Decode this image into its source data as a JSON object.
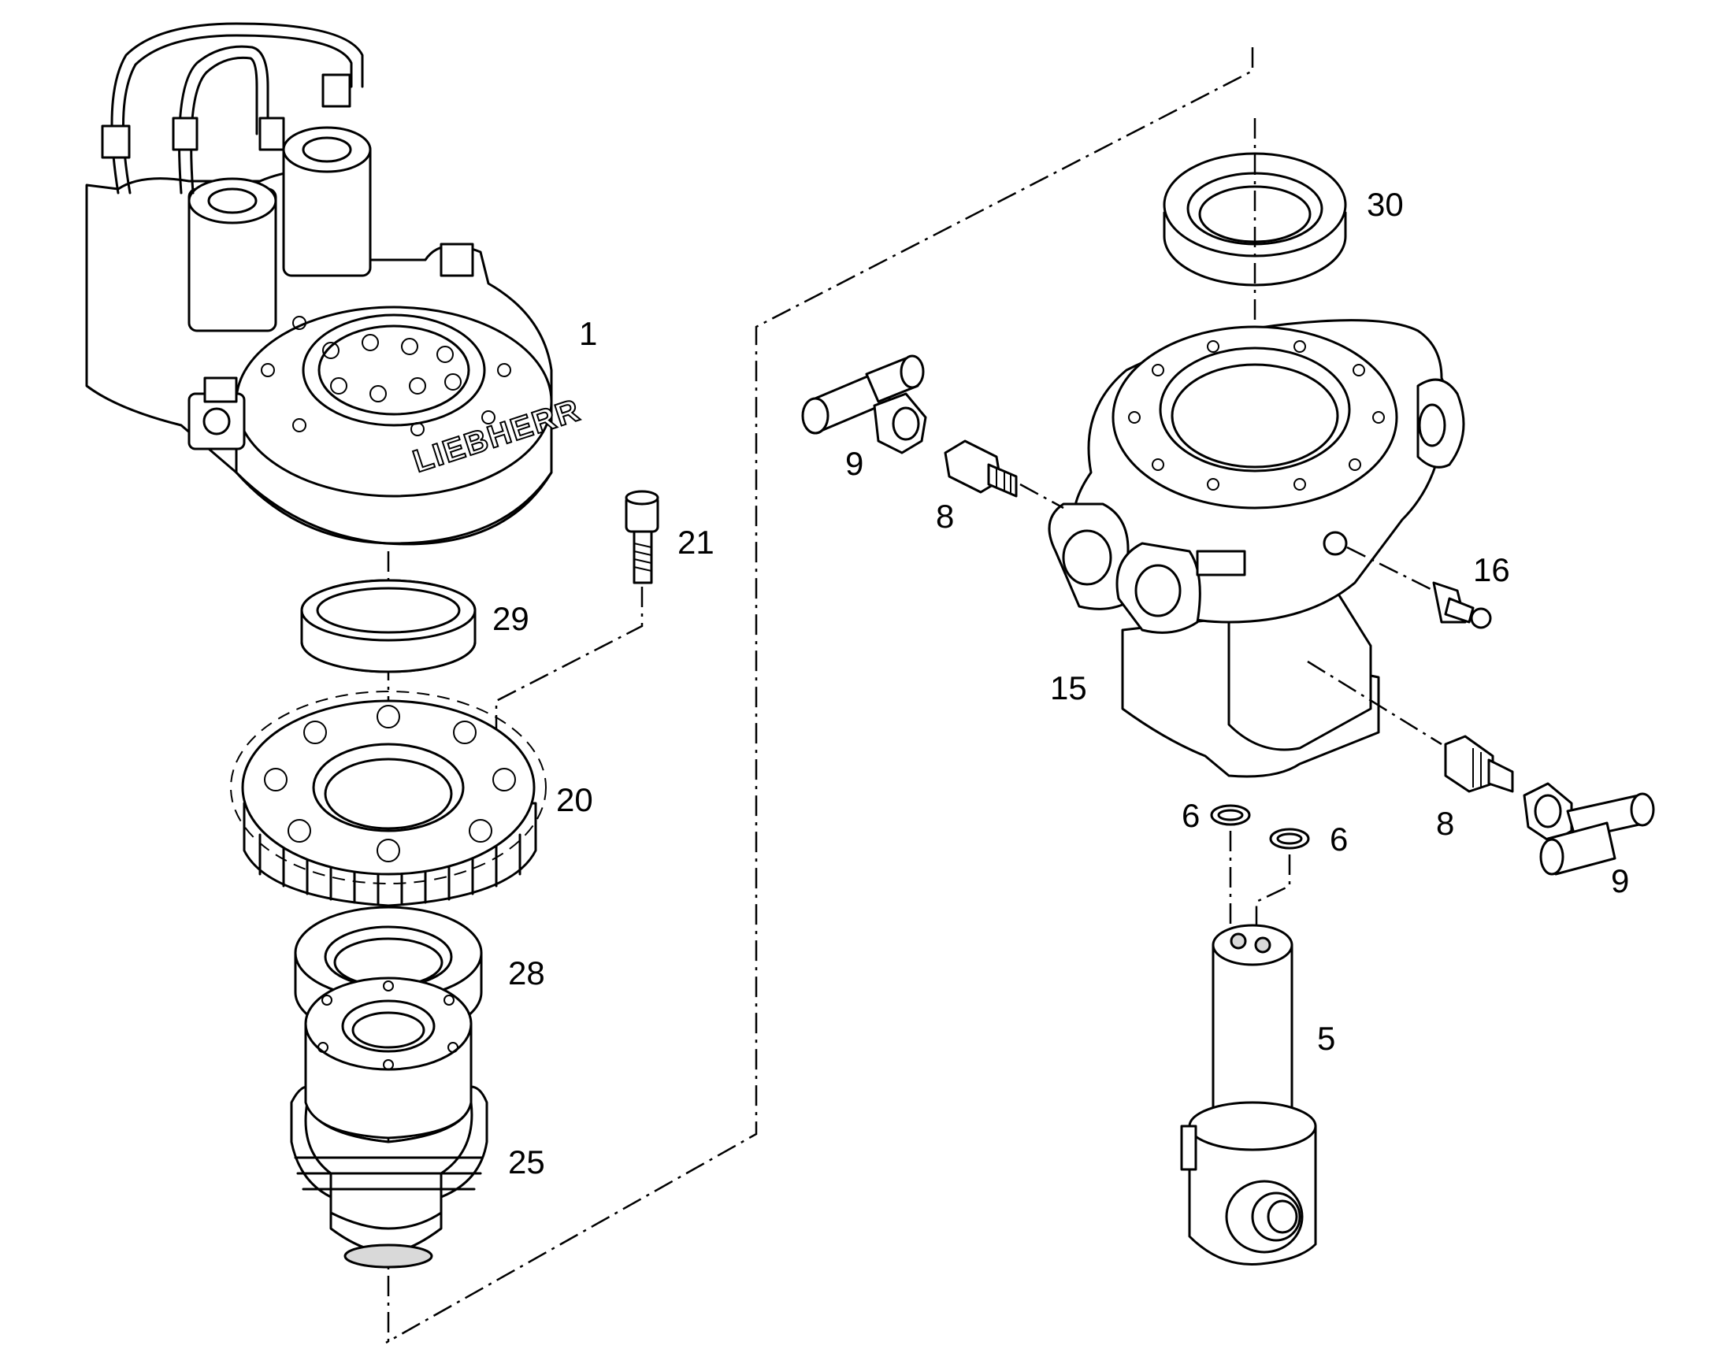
{
  "diagram": {
    "brand_logo_text": "LIEBHERR",
    "callouts": [
      {
        "id": "c1",
        "label": "1"
      },
      {
        "id": "c30",
        "label": "30"
      },
      {
        "id": "c9a",
        "label": "9"
      },
      {
        "id": "c8a",
        "label": "8"
      },
      {
        "id": "c21",
        "label": "21"
      },
      {
        "id": "c29",
        "label": "29"
      },
      {
        "id": "c16",
        "label": "16"
      },
      {
        "id": "c15",
        "label": "15"
      },
      {
        "id": "c20",
        "label": "20"
      },
      {
        "id": "c6a",
        "label": "6"
      },
      {
        "id": "c6b",
        "label": "6"
      },
      {
        "id": "c8b",
        "label": "8"
      },
      {
        "id": "c9b",
        "label": "9"
      },
      {
        "id": "c28",
        "label": "28"
      },
      {
        "id": "c5",
        "label": "5"
      },
      {
        "id": "c25",
        "label": "25"
      }
    ]
  }
}
